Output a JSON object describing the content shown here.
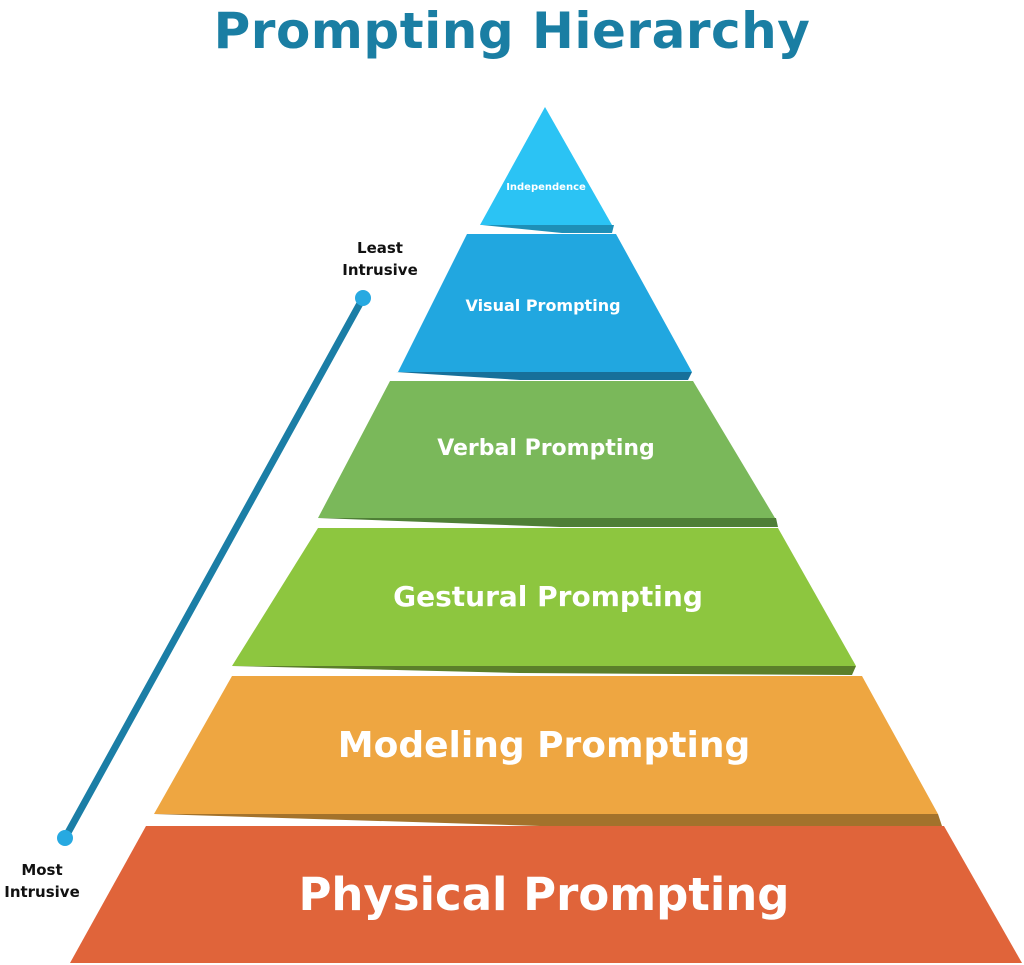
{
  "title": "Prompting Hierarchy",
  "levels": [
    {
      "label": "Independence",
      "color": "#2bc3f4",
      "shadow": "#1e8fb7"
    },
    {
      "label": "Visual Prompting",
      "color": "#21a7e0",
      "shadow": "#17709a"
    },
    {
      "label": "Verbal Prompting",
      "color": "#7ab85a",
      "shadow": "#4f7f36"
    },
    {
      "label": "Gestural Prompting",
      "color": "#8dc63f",
      "shadow": "#5b7f2a"
    },
    {
      "label": "Modeling Prompting",
      "color": "#eea641",
      "shadow": "#a3722b"
    },
    {
      "label": "Physical Prompting",
      "color": "#e0643a",
      "shadow": "#9b4528"
    }
  ],
  "scale": {
    "top_label_line1": "Least",
    "top_label_line2": "Intrusive",
    "bottom_label_line1": "Most",
    "bottom_label_line2": "Intrusive",
    "line_color": "#1b7ea6",
    "dot_color": "#27a9e1"
  }
}
